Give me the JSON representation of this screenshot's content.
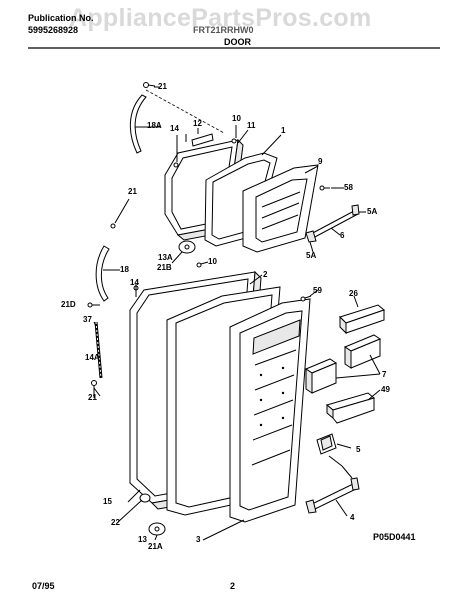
{
  "header": {
    "publication_label": "Publication No.",
    "publication_number": "5995268928",
    "model": "FRT21RRHW0",
    "section": "DOOR",
    "watermark": "AppliancePartsPros.com"
  },
  "diagram_code": "P05D0441",
  "footer": {
    "date": "07/95",
    "page": "2"
  },
  "callouts": {
    "c21_top": "21",
    "c18A": "18A",
    "c14_top": "14",
    "c12": "12",
    "c10_top": "10",
    "c11": "11",
    "c1": "1",
    "c9": "9",
    "c58": "58",
    "c5A": "5A",
    "c6": "6",
    "c5A_low": "5A",
    "c21_mid": "21",
    "c13A": "13A",
    "c21B": "21B",
    "c10_mid": "10",
    "c2": "2",
    "c18": "18",
    "c14_mid": "14",
    "c21D": "21D",
    "c59": "59",
    "c26": "26",
    "c37": "37",
    "c14A": "14A",
    "c7": "7",
    "c49": "49",
    "c21_low": "21",
    "c5": "5",
    "c15": "15",
    "c22": "22",
    "c4": "4",
    "c13": "13",
    "c21A": "21A",
    "c3": "3"
  },
  "colors": {
    "line": "#000000",
    "watermark": "#d9d9d9",
    "background": "#ffffff"
  }
}
